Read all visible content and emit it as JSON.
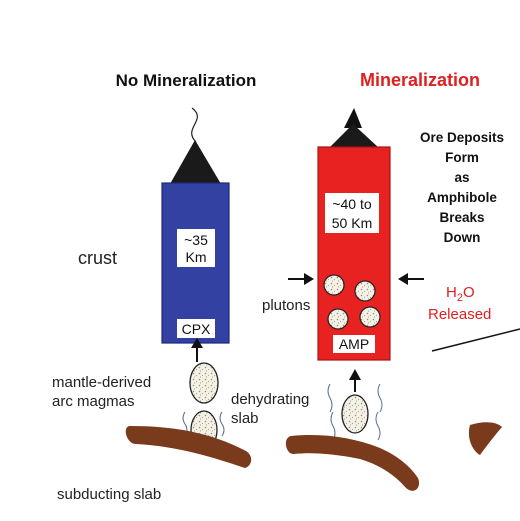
{
  "titles": {
    "left": "No Mineralization",
    "right": "Mineralization"
  },
  "left_column": {
    "depth_line1": "~35",
    "depth_line2": "Km",
    "mineral": "CPX",
    "color": "#3341a3"
  },
  "right_column": {
    "depth_line1": "~40 to",
    "depth_line2": "50 Km",
    "mineral": "AMP",
    "color": "#e82121"
  },
  "labels": {
    "crust": "crust",
    "plutons": "plutons",
    "mantle_line1": "mantle-derived",
    "mantle_line2": "arc magmas",
    "dehydrating_line1": "dehydrating",
    "dehydrating_line2": "slab",
    "subducting": "subducting slab"
  },
  "ore_text": [
    "Ore Deposits",
    "Form",
    "as",
    "Amphibole",
    "Breaks",
    "Down"
  ],
  "water": {
    "line1_h": "H",
    "line1_sub": "2",
    "line1_o": "O",
    "line2": "Released",
    "color": "#e0201f"
  },
  "slab_color": "#7a3a1c"
}
